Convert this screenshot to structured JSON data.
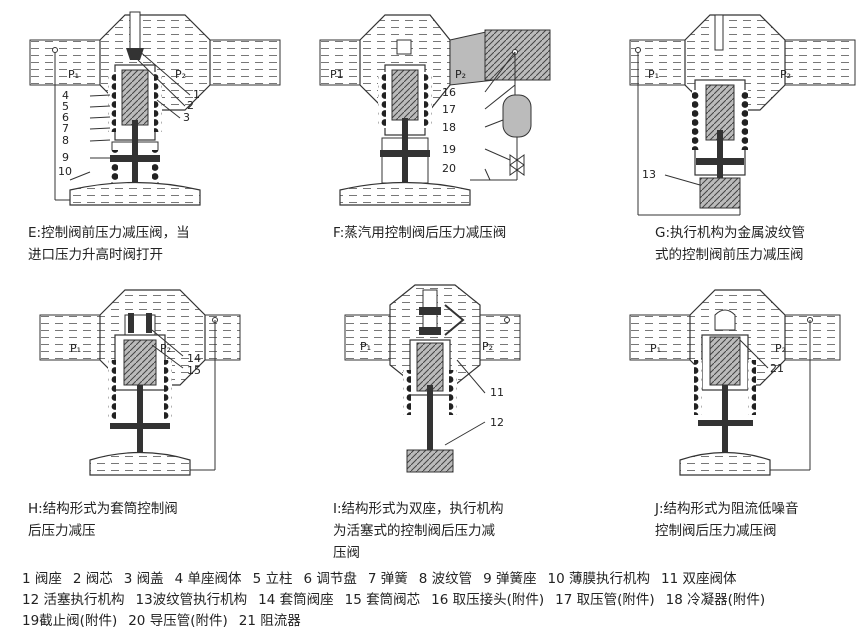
{
  "panels": {
    "E": {
      "caption_l1": "E:控制阀前压力减压阀，当",
      "caption_l2": "进口压力升高时阀打开",
      "p1": "P₁",
      "p2": "P₂",
      "callouts": [
        "4",
        "5",
        "6",
        "7",
        "8",
        "9",
        "10",
        "1",
        "2",
        "3"
      ]
    },
    "F": {
      "caption_l1": "F:蒸汽用控制阀后压力减压阀",
      "p1": "P1",
      "p2": "P₂",
      "callouts": [
        "16",
        "17",
        "18",
        "19",
        "20"
      ]
    },
    "G": {
      "caption_l1": "G:执行机构为金属波纹管",
      "caption_l2": "式的控制阀前压力减压阀",
      "p1": "P₁",
      "p2": "P₂",
      "callouts": [
        "13"
      ]
    },
    "H": {
      "caption_l1": "H:结构形式为套筒控制阀",
      "caption_l2": "后压力减压",
      "p1": "P₁",
      "p2": "P₂",
      "callouts": [
        "14",
        "15"
      ]
    },
    "I": {
      "caption_l1": "I:结构形式为双座，执行机构",
      "caption_l2": "为活塞式的控制阀后压力减",
      "caption_l3": "压阀",
      "p1": "P₁",
      "p2": "P₂",
      "callouts": [
        "11",
        "12"
      ]
    },
    "J": {
      "caption_l1": "J:结构形式为阻流低噪音",
      "caption_l2": "控制阀后压力减压阀",
      "p1": "P₁",
      "p2": "P₂",
      "callouts": [
        "21"
      ]
    }
  },
  "legend": {
    "line1": [
      "1 阀座",
      "2 阀芯",
      "3 阀盖",
      "4 单座阀体",
      "5 立柱",
      "6 调节盘",
      "7 弹簧",
      "8 波纹管",
      "9 弹簧座",
      "10 薄膜执行机构",
      "11 双座阀体"
    ],
    "line2": [
      "12 活塞执行机构",
      "13波纹管执行机构",
      "14 套筒阀座",
      "15 套筒阀芯",
      "16 取压接头(附件)",
      "17 取压管(附件)",
      "18 冷凝器(附件)"
    ],
    "line3": [
      "19截止阀(附件)",
      "20 导压管(附件)",
      "21 阻流器"
    ]
  }
}
